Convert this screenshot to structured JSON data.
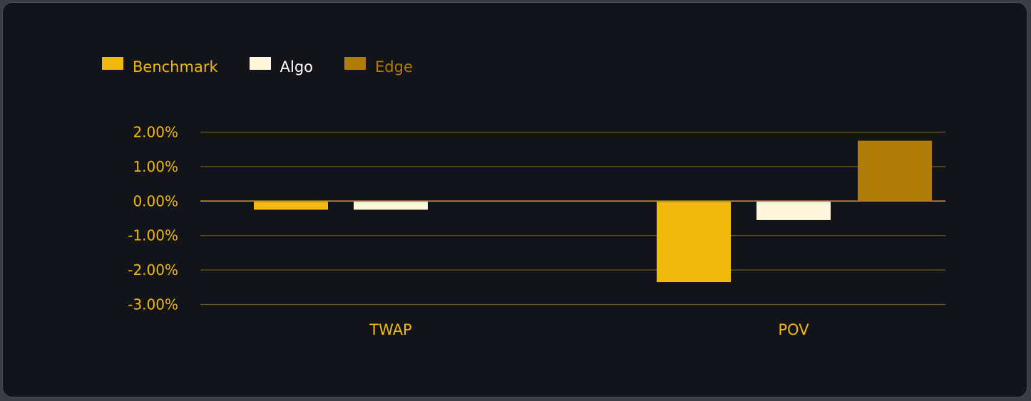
{
  "colors": {
    "accent": "#f0b90b",
    "grid": "#6b5a17",
    "zero_line": "#d9a80e"
  },
  "chart_data": {
    "type": "bar",
    "categories": [
      "TWAP",
      "POV"
    ],
    "series": [
      {
        "name": "Benchmark",
        "color": "#f0b90b",
        "values": [
          -0.25,
          -2.35
        ]
      },
      {
        "name": "Algo",
        "color": "#fff6dc",
        "values": [
          -0.25,
          -0.55
        ]
      },
      {
        "name": "Edge",
        "color": "#b07d06",
        "values": [
          0.0,
          1.75
        ]
      }
    ],
    "yticks": [
      2,
      1,
      0,
      -1,
      -2,
      -3
    ],
    "ytick_labels": [
      "2.00%",
      "1.00%",
      "0.00%",
      "-1.00%",
      "-2.00%",
      "-3.00%"
    ],
    "ylim": [
      -3,
      2
    ],
    "grid": true,
    "legend": "top-left",
    "title": "",
    "xlabel": "",
    "ylabel": ""
  }
}
